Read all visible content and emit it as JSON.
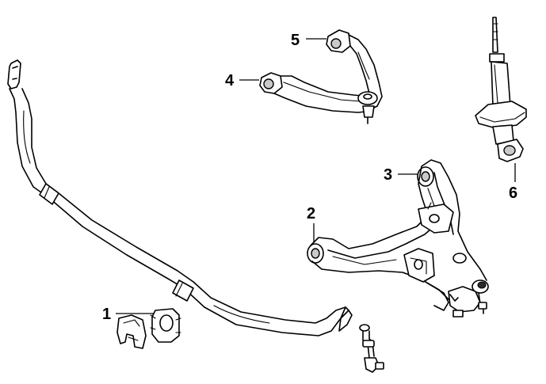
{
  "callouts": [
    {
      "id": "1",
      "label": "1"
    },
    {
      "id": "2",
      "label": "2"
    },
    {
      "id": "3",
      "label": "3"
    },
    {
      "id": "4",
      "label": "4"
    },
    {
      "id": "5",
      "label": "5"
    },
    {
      "id": "6",
      "label": "6"
    }
  ],
  "colors": {
    "line": "#000000",
    "background": "#ffffff",
    "shade": "#c9c9c9"
  }
}
